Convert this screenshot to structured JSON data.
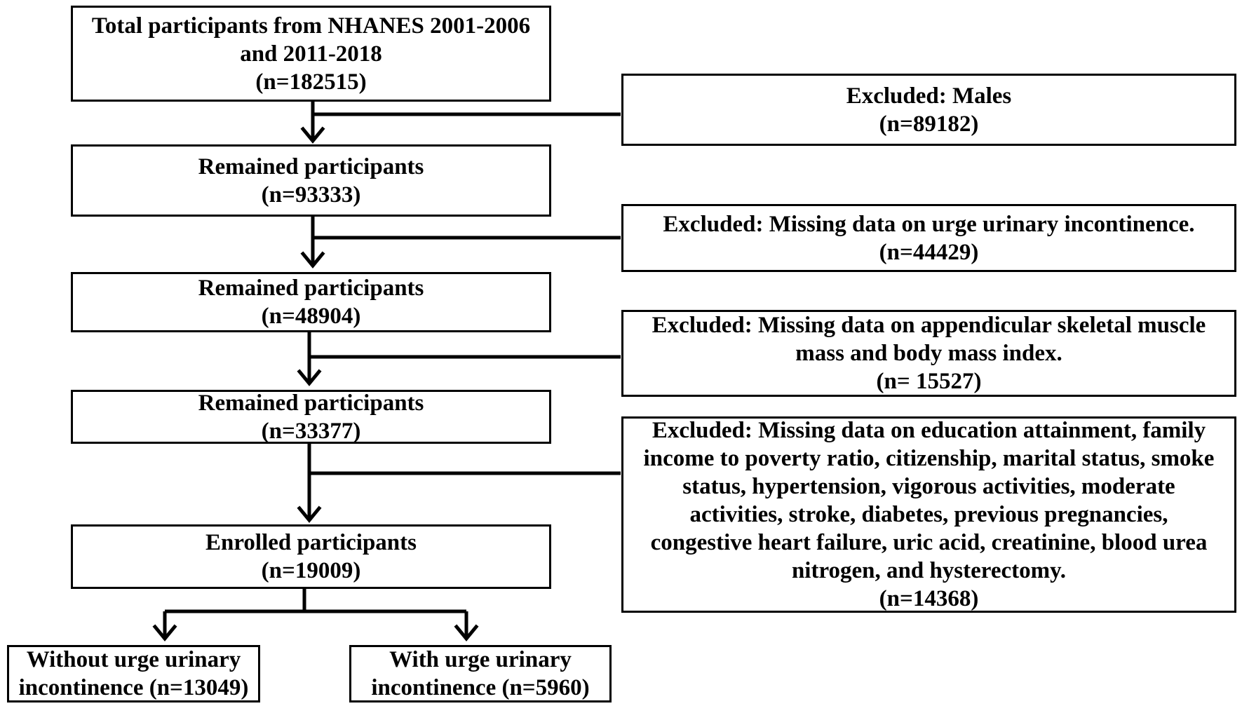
{
  "flowchart": {
    "total": {
      "line1": "Total participants from NHANES 2001-2006",
      "line2": "and 2011-2018",
      "count": "(n=182515)"
    },
    "remained1": {
      "label": "Remained participants",
      "count": "(n=93333)"
    },
    "remained2": {
      "label": "Remained participants",
      "count": "(n=48904)"
    },
    "remained3": {
      "label": "Remained participants",
      "count": "(n=33377)"
    },
    "enrolled": {
      "label": "Enrolled participants",
      "count": "(n=19009)"
    },
    "without_uui": {
      "line1": "Without urge urinary",
      "line2": "incontinence (n=13049)"
    },
    "with_uui": {
      "line1": "With urge urinary",
      "line2": "incontinence (n=5960)"
    },
    "excluded1": {
      "line1": "Excluded: Males",
      "count": "(n=89182)"
    },
    "excluded2": {
      "line1": "Excluded: Missing  data on urge urinary incontinence.",
      "count": "(n=44429)"
    },
    "excluded3": {
      "line1": "Excluded: Missing  data on appendicular skeletal muscle",
      "line2": "mass and body mass index.",
      "count": "(n= 15527)"
    },
    "excluded4": {
      "line1": "Excluded: Missing data on education attainment, family",
      "line2": "income to poverty ratio, citizenship, marital status, smoke",
      "line3": "status, hypertension, vigorous activities, moderate",
      "line4": "activities, stroke, diabetes, previous pregnancies,",
      "line5": "congestive heart failure, uric acid, creatinine, blood urea",
      "line6": "nitrogen, and hysterectomy.",
      "count": "(n=14368)"
    }
  }
}
